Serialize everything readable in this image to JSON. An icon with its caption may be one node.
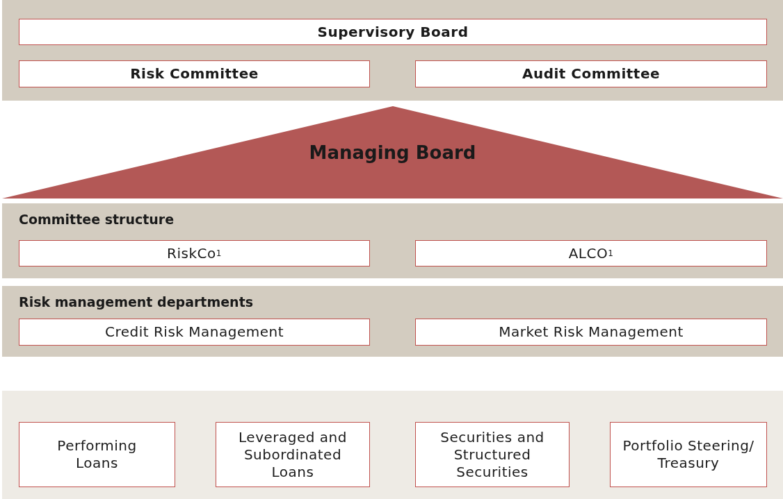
{
  "diagram": {
    "nodes": [
      {
        "text": [],
        "shape": "box"
      },
      {
        "text": [
          "Supervisory Board"
        ],
        "in": 0
      },
      {
        "text": [
          "Risk Committee"
        ],
        "in": 0
      },
      {
        "text": [
          "Audit Committee"
        ],
        "in": 0
      },
      {
        "text": [
          "Managing Board"
        ]
      },
      {
        "text": [
          "Committee structure"
        ]
      },
      {
        "text": [
          "RiskCo$^{1}$"
        ],
        "in": 5
      },
      {
        "text": [
          "ALCO$^{1}$"
        ],
        "in": 5
      },
      {
        "text": [
          "Risk management departments"
        ]
      },
      {
        "text": [
          "Credit Risk Management"
        ],
        "in": 8
      },
      {
        "text": [
          "Market Risk Management"
        ],
        "in": 8
      },
      {
        "text": [],
        "shape": "box"
      },
      {
        "text": [
          "Performing Loans"
        ],
        "in": 11
      },
      {
        "text": [
          "Leveraged and Subordinated Loans"
        ],
        "in": 11
      },
      {
        "text": [
          "Securities and Structured Securities"
        ],
        "in": 11
      },
      {
        "text": [
          "Portfolio Steering/ Treasury"
        ],
        "in": 11
      }
    ]
  }
}
